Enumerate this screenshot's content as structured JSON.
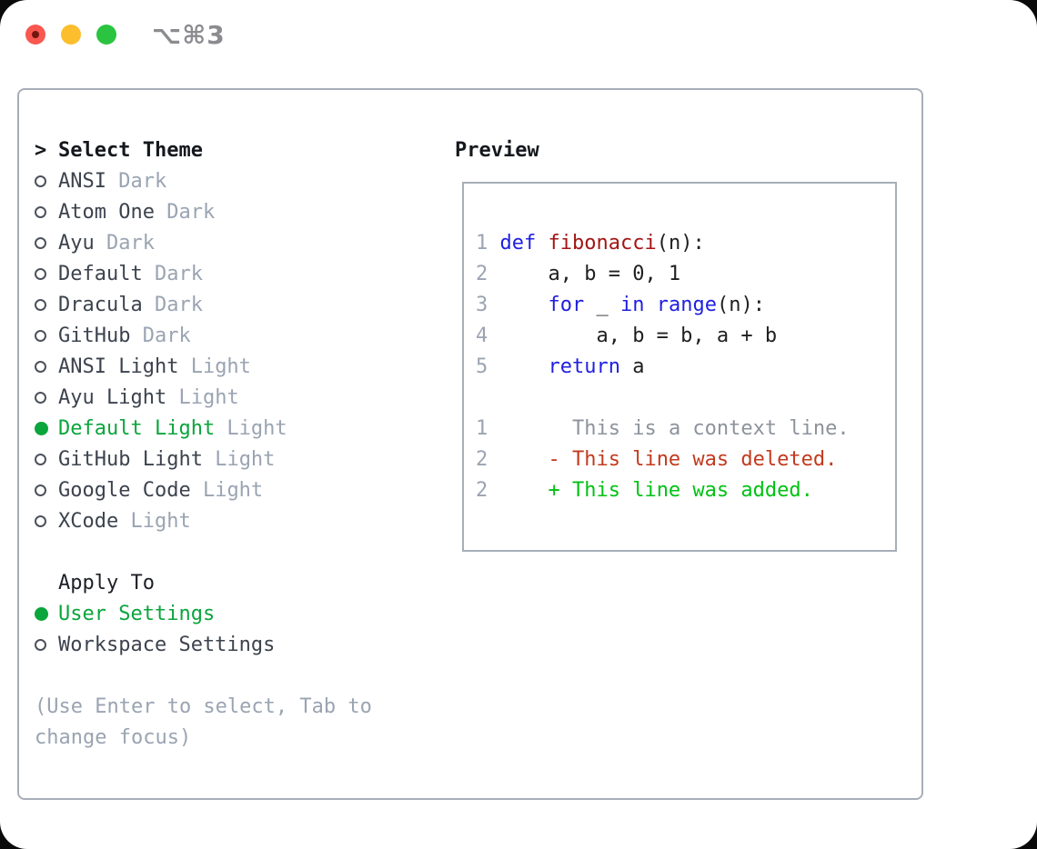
{
  "titlebar": {
    "shortcut_label": "⌥⌘3",
    "traffic_lights": [
      "close",
      "minimize",
      "zoom"
    ]
  },
  "colors": {
    "selected_green": "#0aa53c",
    "keyword_blue": "#1f1fe0",
    "function_red": "#a31515",
    "added_green": "#00c213",
    "deleted_red": "#c23a1e",
    "context_gray": "#8d939c",
    "muted_gray": "#9aa4b2",
    "frame_border": "#a7aeb8"
  },
  "theme_panel": {
    "prompt": ">",
    "title": "Select Theme",
    "items": [
      {
        "name": "ANSI",
        "variant": "Dark",
        "selected": false
      },
      {
        "name": "Atom One",
        "variant": "Dark",
        "selected": false
      },
      {
        "name": "Ayu",
        "variant": "Dark",
        "selected": false
      },
      {
        "name": "Default",
        "variant": "Dark",
        "selected": false
      },
      {
        "name": "Dracula",
        "variant": "Dark",
        "selected": false
      },
      {
        "name": "GitHub",
        "variant": "Dark",
        "selected": false
      },
      {
        "name": "ANSI Light",
        "variant": "Light",
        "selected": false
      },
      {
        "name": "Ayu Light",
        "variant": "Light",
        "selected": false
      },
      {
        "name": "Default Light",
        "variant": "Light",
        "selected": true
      },
      {
        "name": "GitHub Light",
        "variant": "Light",
        "selected": false
      },
      {
        "name": "Google Code",
        "variant": "Light",
        "selected": false
      },
      {
        "name": "XCode",
        "variant": "Light",
        "selected": false
      }
    ]
  },
  "apply_panel": {
    "title": "Apply To",
    "options": [
      {
        "label": "User Settings",
        "selected": true
      },
      {
        "label": "Workspace Settings",
        "selected": false
      }
    ]
  },
  "hint_lines": [
    "(Use Enter to select, Tab to",
    "change focus)"
  ],
  "preview": {
    "title": "Preview",
    "lines": [
      {
        "segs": [
          {
            "t": "1 ",
            "c": "ln"
          },
          {
            "t": "def ",
            "c": "kw"
          },
          {
            "t": "fibonacci",
            "c": "fn"
          },
          {
            "t": "(n):",
            "c": "tx"
          }
        ]
      },
      {
        "segs": [
          {
            "t": "2 ",
            "c": "ln"
          },
          {
            "t": "    a, b = 0, 1",
            "c": "tx"
          }
        ]
      },
      {
        "segs": [
          {
            "t": "3 ",
            "c": "ln"
          },
          {
            "t": "    ",
            "c": "tx"
          },
          {
            "t": "for",
            "c": "kw"
          },
          {
            "t": " _ ",
            "c": "tx"
          },
          {
            "t": "in",
            "c": "kw"
          },
          {
            "t": " ",
            "c": "tx"
          },
          {
            "t": "range",
            "c": "kw"
          },
          {
            "t": "(n):",
            "c": "tx"
          }
        ]
      },
      {
        "segs": [
          {
            "t": "4 ",
            "c": "ln"
          },
          {
            "t": "        a, b = b, a + b",
            "c": "tx"
          }
        ]
      },
      {
        "segs": [
          {
            "t": "5 ",
            "c": "ln"
          },
          {
            "t": "    ",
            "c": "tx"
          },
          {
            "t": "return",
            "c": "kw"
          },
          {
            "t": " a",
            "c": "tx"
          }
        ]
      },
      {
        "segs": []
      },
      {
        "segs": [
          {
            "t": "1 ",
            "c": "ln"
          },
          {
            "t": "      ",
            "c": "tx"
          },
          {
            "t": "This is a context line.",
            "c": "ctx"
          }
        ]
      },
      {
        "segs": [
          {
            "t": "2 ",
            "c": "ln"
          },
          {
            "t": "    ",
            "c": "tx"
          },
          {
            "t": "- This line was deleted.",
            "c": "del"
          }
        ]
      },
      {
        "segs": [
          {
            "t": "2 ",
            "c": "ln"
          },
          {
            "t": "    ",
            "c": "tx"
          },
          {
            "t": "+ This line was added.",
            "c": "add"
          }
        ]
      }
    ]
  }
}
